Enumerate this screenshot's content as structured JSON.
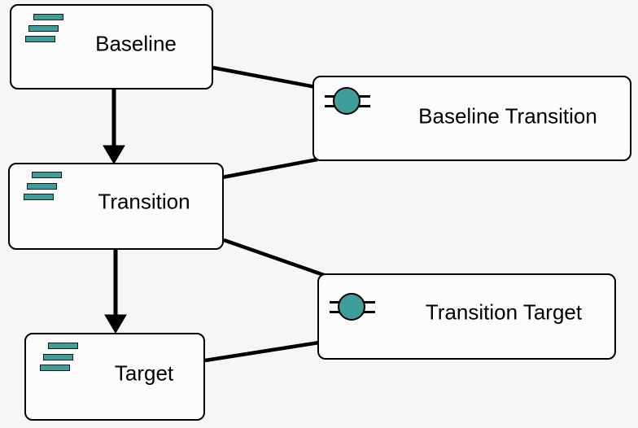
{
  "diagram": {
    "colors": {
      "background": "#f6f6f6",
      "node-fill": "#fcfcfc",
      "node-border": "#000000",
      "accent-teal": "#3f9d9a",
      "edge": "#000000",
      "text": "#000000"
    },
    "nodes": [
      {
        "id": "baseline",
        "label": "Baseline",
        "icon": "stacked-bars-icon"
      },
      {
        "id": "transition",
        "label": "Transition",
        "icon": "stacked-bars-icon"
      },
      {
        "id": "target",
        "label": "Target",
        "icon": "stacked-bars-icon"
      },
      {
        "id": "baseline-transition",
        "label": "Baseline Transition",
        "icon": "lined-circle-icon"
      },
      {
        "id": "transition-target",
        "label": "Transition Target",
        "icon": "lined-circle-icon"
      }
    ],
    "edges": [
      {
        "from": "baseline",
        "to": "transition",
        "type": "arrow"
      },
      {
        "from": "transition",
        "to": "target",
        "type": "arrow"
      },
      {
        "from": "baseline",
        "to": "baseline-transition",
        "type": "plain"
      },
      {
        "from": "transition",
        "to": "baseline-transition",
        "type": "plain"
      },
      {
        "from": "transition",
        "to": "transition-target",
        "type": "plain"
      },
      {
        "from": "target",
        "to": "transition-target",
        "type": "plain"
      }
    ]
  }
}
